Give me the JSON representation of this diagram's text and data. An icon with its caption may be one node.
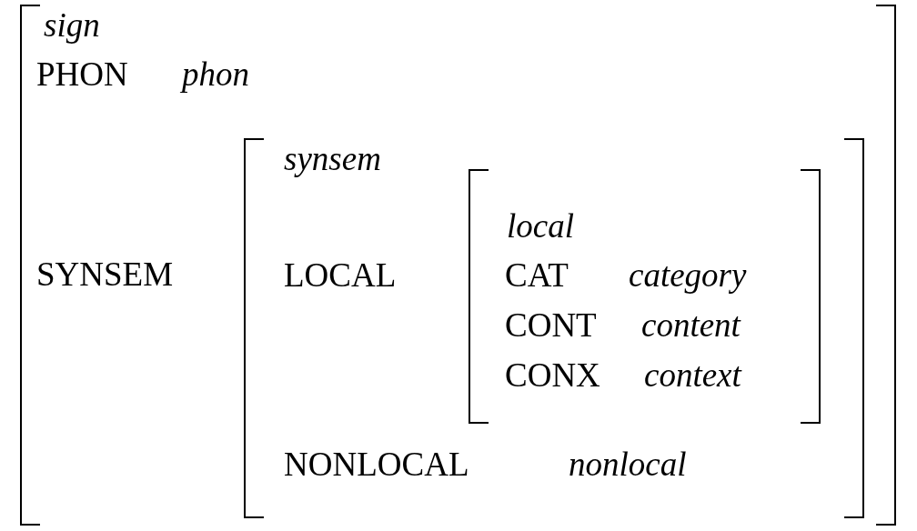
{
  "diagram": {
    "nodes": [
      {
        "text": [
          "sign",
          "PHON",
          "phon",
          "SYNSEM"
        ]
      },
      {
        "text": [
          "synsem",
          "LOCAL",
          "NONLOCAL",
          "nonlocal"
        ],
        "in": 0
      },
      {
        "text": [
          "local",
          "CAT",
          "category",
          "CONT",
          "content",
          "CONX",
          "context"
        ],
        "in": 1
      }
    ]
  }
}
